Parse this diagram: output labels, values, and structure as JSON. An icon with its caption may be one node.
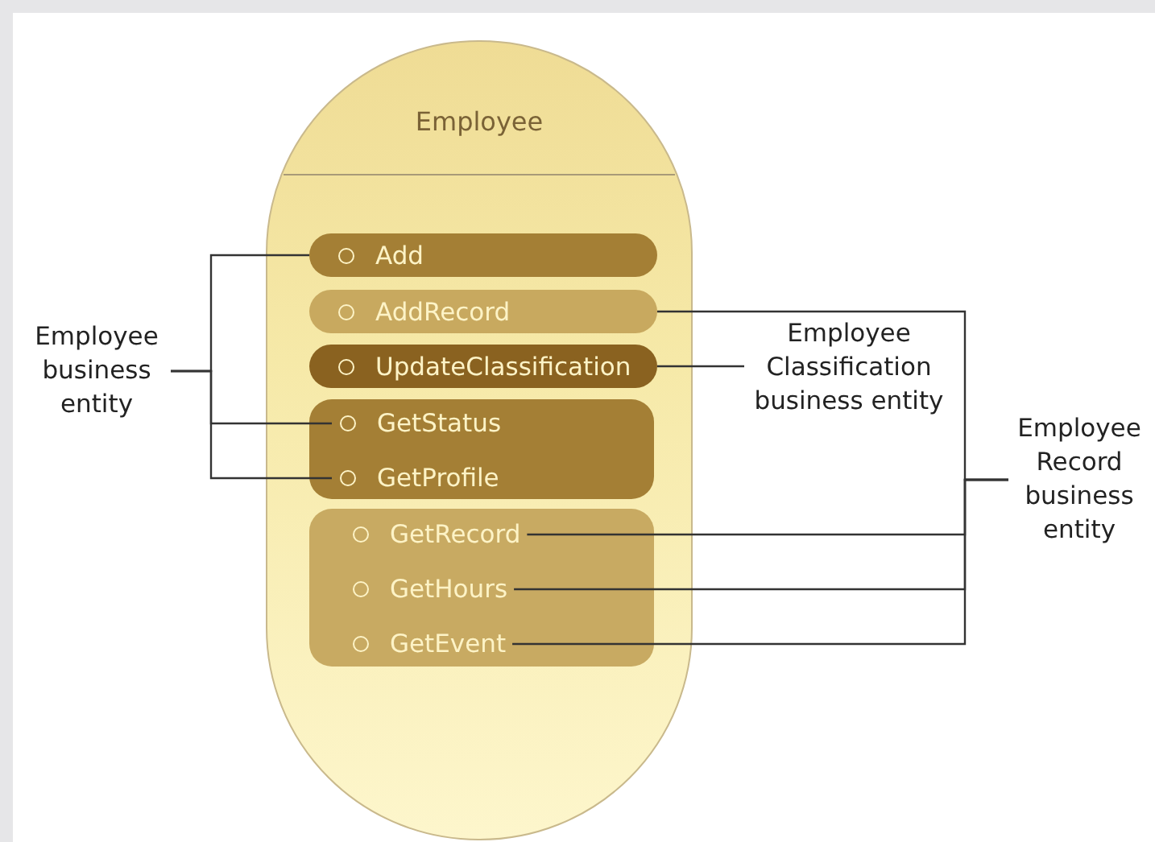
{
  "diagram": {
    "nodes": [
      {
        "text": [
          "Employee"
        ]
      },
      {
        "text": [
          "Add"
        ],
        "in": 0
      },
      {
        "text": [
          "AddRecord"
        ],
        "in": 0
      },
      {
        "text": [
          "UpdateClassification"
        ],
        "in": 0
      },
      {
        "text": [],
        "shape": "box",
        "in": 0
      },
      {
        "text": [
          "GetStatus"
        ],
        "in": 4
      },
      {
        "text": [
          "GetProfile"
        ],
        "in": 4
      },
      {
        "text": [],
        "shape": "box",
        "in": 0
      },
      {
        "text": [
          "GetRecord"
        ],
        "in": 7
      },
      {
        "text": [
          "GetHours"
        ],
        "in": 7
      },
      {
        "text": [
          "GetEvent"
        ],
        "in": 7
      },
      {
        "text": [
          "Employee business entity"
        ]
      },
      {
        "text": [
          "Employee Classification business entity"
        ]
      },
      {
        "text": [
          "Employee Record business entity"
        ]
      }
    ],
    "edges": [
      {
        "from": 11,
        "to": 1,
        "arrow": "none"
      },
      {
        "from": 11,
        "to": 5,
        "arrow": "none"
      },
      {
        "from": 11,
        "to": 6,
        "arrow": "none"
      },
      {
        "from": 12,
        "to": 3,
        "arrow": "none"
      },
      {
        "from": 13,
        "to": 2,
        "arrow": "none"
      },
      {
        "from": 13,
        "to": 8,
        "arrow": "none"
      },
      {
        "from": 13,
        "to": 9,
        "arrow": "none"
      },
      {
        "from": 13,
        "to": 10,
        "arrow": "none"
      }
    ]
  }
}
